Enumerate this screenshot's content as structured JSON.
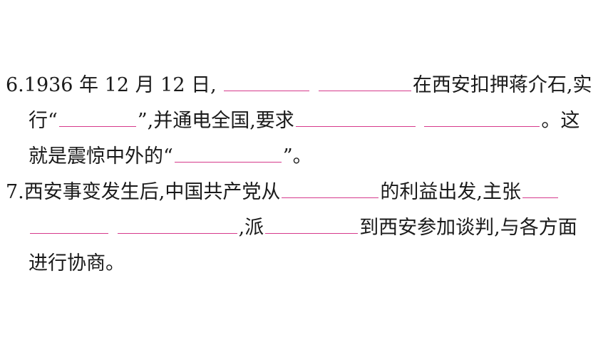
{
  "q6": {
    "number": "6.",
    "line1_a": "1936 年 12 月 12 日,",
    "line1_b": "在西安扣押蒋介石,实",
    "line2_a": "行“",
    "line2_b": "”,并通电全国,要求",
    "line2_c": "。这",
    "line3_a": "就是震惊中外的“",
    "line3_b": "”。"
  },
  "q7": {
    "number": "7.",
    "line1_a": "西安事变发生后,中国共产党从",
    "line1_b": "的利益出发,主张",
    "line2_a": ",派",
    "line2_b": "到西安参加谈判,与各方面",
    "line3_a": "进行协商。"
  },
  "colors": {
    "blank_line": "#d63a8c",
    "text": "#1a1a1a"
  }
}
